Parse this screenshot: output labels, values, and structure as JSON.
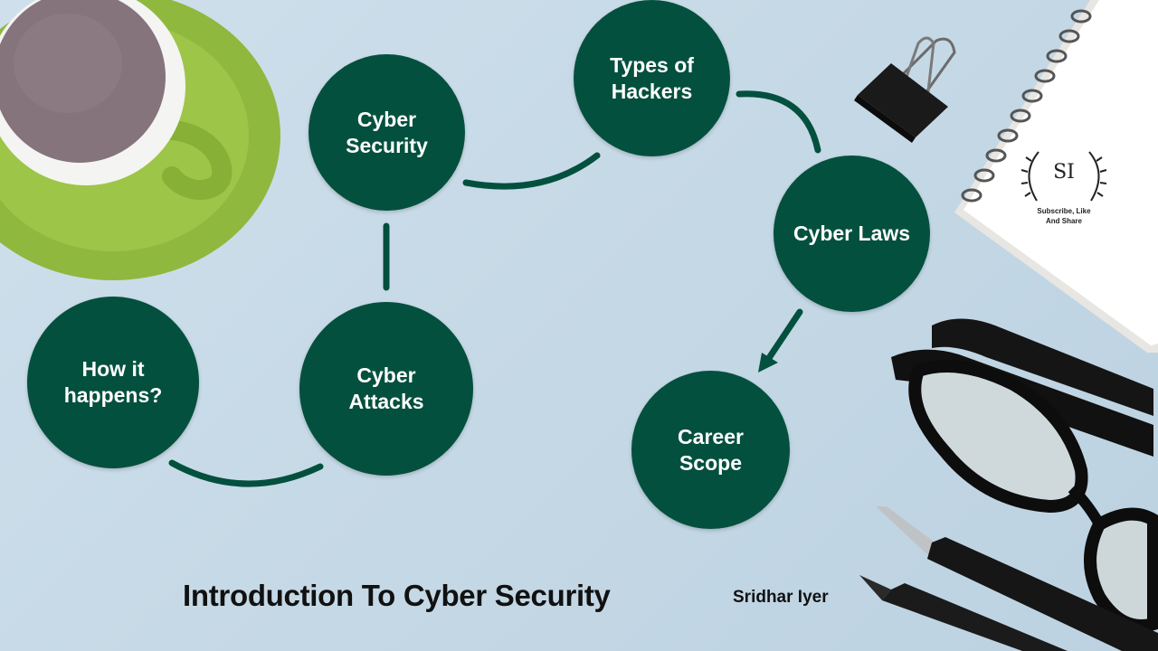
{
  "slide": {
    "title": "Introduction To Cyber Security",
    "author": "Sridhar Iyer"
  },
  "nodes": [
    {
      "id": "cyber-security",
      "label": "Cyber\nSecurity"
    },
    {
      "id": "types-of-hackers",
      "label": "Types of\nHackers"
    },
    {
      "id": "cyber-laws",
      "label": "Cyber Laws"
    },
    {
      "id": "career-scope",
      "label": "Career\nScope"
    },
    {
      "id": "cyber-attacks",
      "label": "Cyber\nAttacks"
    },
    {
      "id": "how-it-happens",
      "label": "How it\nhappens?"
    }
  ],
  "logo": {
    "monogram": "SI",
    "tagline_line1": "Subscribe, Like",
    "tagline_line2": "And Share"
  },
  "colors": {
    "node_fill": "#04503e",
    "node_text": "#ffffff",
    "background": "#c6d9e6",
    "cup_saucer": "#8db53c"
  }
}
